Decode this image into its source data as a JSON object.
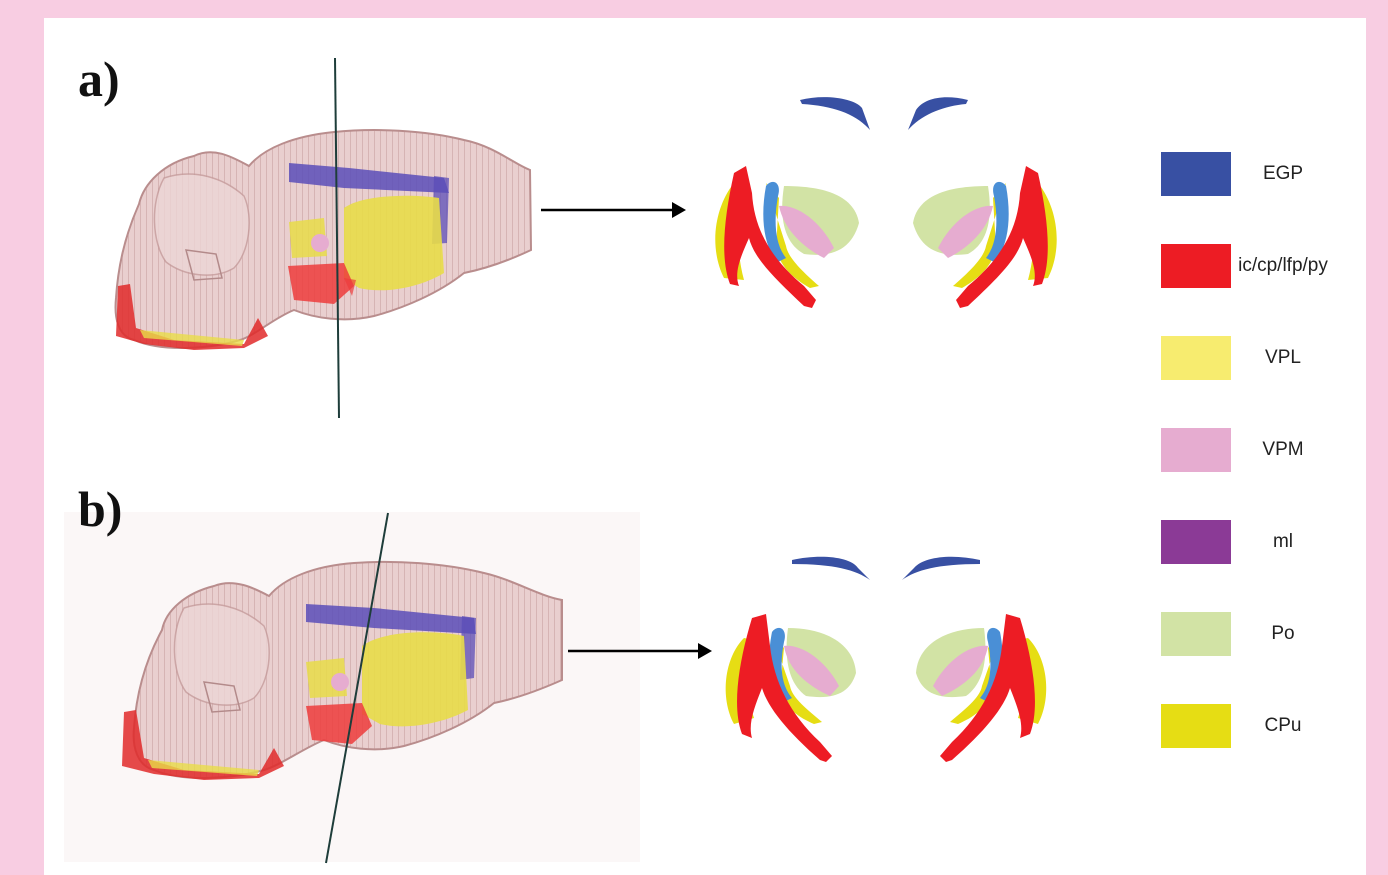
{
  "panels": [
    {
      "label": "a)"
    },
    {
      "label": "b)"
    }
  ],
  "legend": [
    {
      "name": "EGP",
      "color": "#3850a3"
    },
    {
      "name": "ic/cp/lfp/py",
      "color": "#ed1c24"
    },
    {
      "name": "VPL",
      "color": "#f7ec6f"
    },
    {
      "name": "VPM",
      "color": "#e6acd0"
    },
    {
      "name": "ml",
      "color": "#8b3a96"
    },
    {
      "name": "Po",
      "color": "#d2e3a5"
    },
    {
      "name": "CPu",
      "color": "#e6dd14"
    }
  ],
  "colors": {
    "page_background": "#f8cde2",
    "brain_tissue": "#dcaeae",
    "section_line": "#1e3d3a",
    "arrow": "#000000",
    "extra_blue": "#4a8fd6"
  }
}
